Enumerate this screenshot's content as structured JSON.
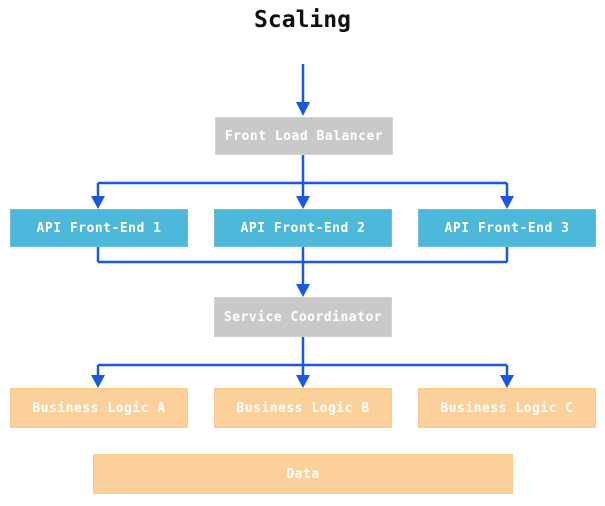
{
  "title": "Scaling",
  "colors": {
    "title_text": "#111111",
    "arrow": "#1b58e0",
    "gray_box": "#c9c9c9",
    "cyan_box": "#4db8d9",
    "orange_box": "#fcd09b",
    "box_text": "#ffffff"
  },
  "nodes": {
    "front_load_balancer": "Front Load Balancer",
    "api_front_end_1": "API Front-End 1",
    "api_front_end_2": "API Front-End 2",
    "api_front_end_3": "API Front-End 3",
    "service_coordinator": "Service Coordinator",
    "business_logic_a": "Business Logic A",
    "business_logic_b": "Business Logic B",
    "business_logic_c": "Business Logic C",
    "data_store": "Data"
  }
}
